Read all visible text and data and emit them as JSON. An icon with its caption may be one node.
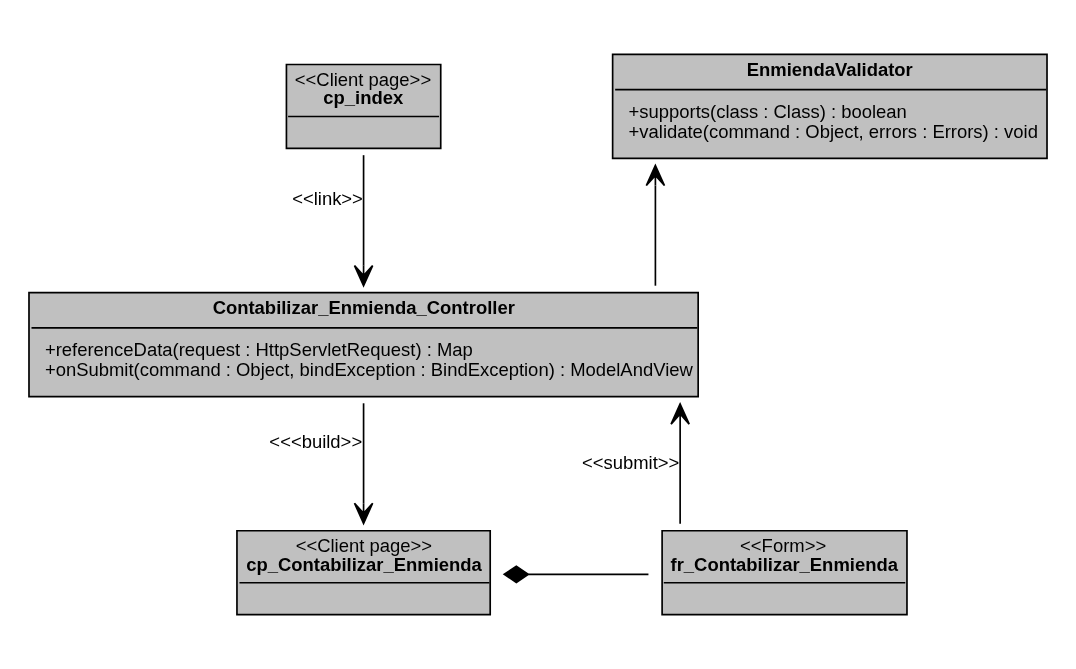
{
  "diagram": {
    "nodes": [
      {
        "text": [
          "<<Client page>>",
          "cp_index"
        ]
      },
      {
        "text": [
          "EnmiendaValidator",
          "+supports(class : Class) : boolean",
          "+validate(command : Object, errors : Errors) : void"
        ]
      },
      {
        "text": [
          "Contabilizar_Enmienda_Controller",
          "+referenceData(request : HttpServletRequest) : Map",
          "+onSubmit(command : Object, bindException : BindException) : ModelAndView"
        ]
      },
      {
        "text": [
          "<<Form>>",
          "fr_Contabilizar_Enmienda"
        ]
      },
      {
        "text": [
          "<<Client page>>",
          "cp_Contabilizar_Enmienda"
        ]
      }
    ],
    "edges": [
      {
        "from": 0,
        "to": 2,
        "arrow": "to",
        "label": "<<link>>"
      },
      {
        "from": 2,
        "to": 1,
        "arrow": "to"
      },
      {
        "from": 3,
        "to": 2,
        "arrow": "to",
        "label": "<<submit>>"
      },
      {
        "from": 2,
        "to": 4,
        "arrow": "to",
        "label": "<<<build>>"
      },
      {
        "from": 3,
        "to": 4,
        "arrow": "other"
      }
    ]
  }
}
